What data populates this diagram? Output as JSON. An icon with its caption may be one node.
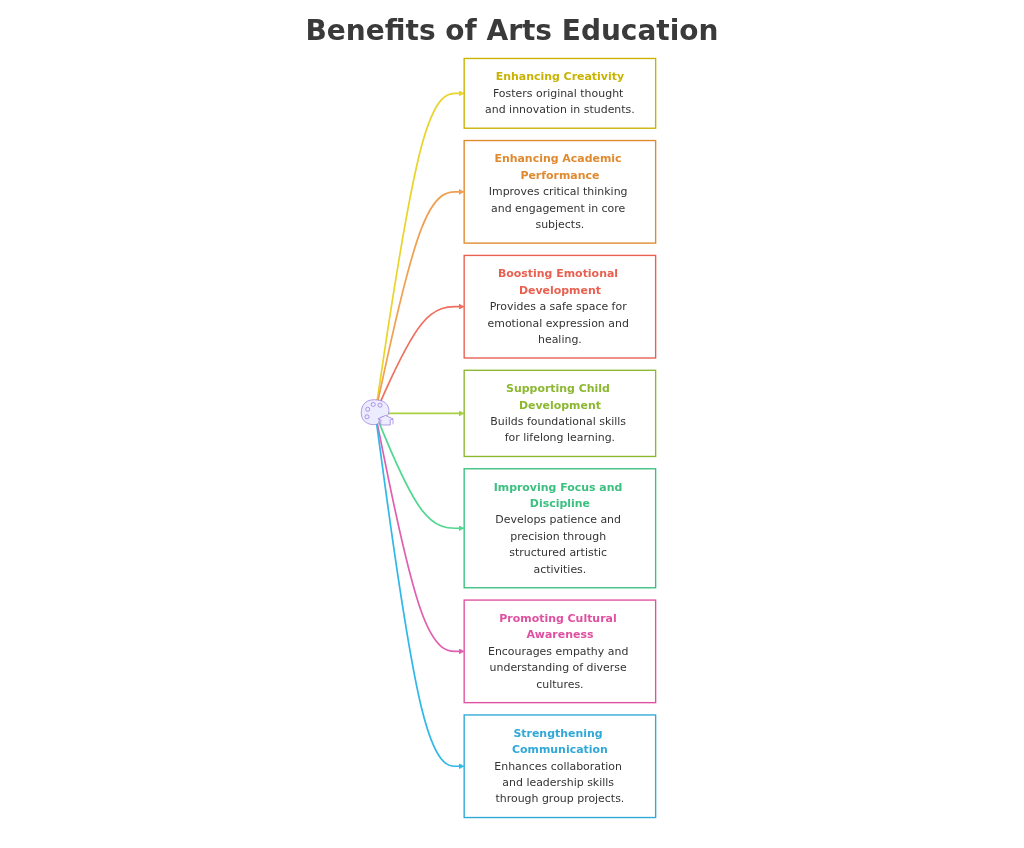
{
  "diagram": {
    "title": "Benefits of Arts Education",
    "nodes": [
      {
        "text": [
          "Enhancing Creativity",
          "Fosters original thought and innovation in students."
        ]
      },
      {
        "text": [
          "Enhancing Academic Performance",
          "Improves critical thinking and engagement in core subjects."
        ]
      },
      {
        "text": [
          "Boosting Emotional Development",
          "Provides a safe space for emotional expression and healing."
        ]
      },
      {
        "text": [],
        "shape": "picture"
      },
      {
        "text": [
          "Supporting Child Development",
          "Builds foundational skills for lifelong learning."
        ]
      },
      {
        "text": [
          "Improving Focus and Discipline",
          "Develops patience and precision through structured artistic activities."
        ]
      },
      {
        "text": [
          "Promoting Cultural Awareness",
          "Encourages empathy and understanding of diverse cultures."
        ]
      },
      {
        "text": [
          "Strengthening Communication",
          "Enhances collaboration and leadership skills through group projects."
        ]
      }
    ],
    "edges": [
      {
        "from": 3,
        "to": 0,
        "arrow": "to",
        "color": "#e8d52a"
      },
      {
        "from": 3,
        "to": 1,
        "arrow": "to",
        "color": "#f0a050"
      },
      {
        "from": 3,
        "to": 2,
        "arrow": "to",
        "color": "#f07060"
      },
      {
        "from": 3,
        "to": 4,
        "arrow": "to",
        "color": "#a8d040"
      },
      {
        "from": 3,
        "to": 5,
        "arrow": "to",
        "color": "#50d890"
      },
      {
        "from": 3,
        "to": 6,
        "arrow": "to",
        "color": "#e060b0"
      },
      {
        "from": 3,
        "to": 7,
        "arrow": "to",
        "color": "#30b8e8"
      }
    ]
  }
}
